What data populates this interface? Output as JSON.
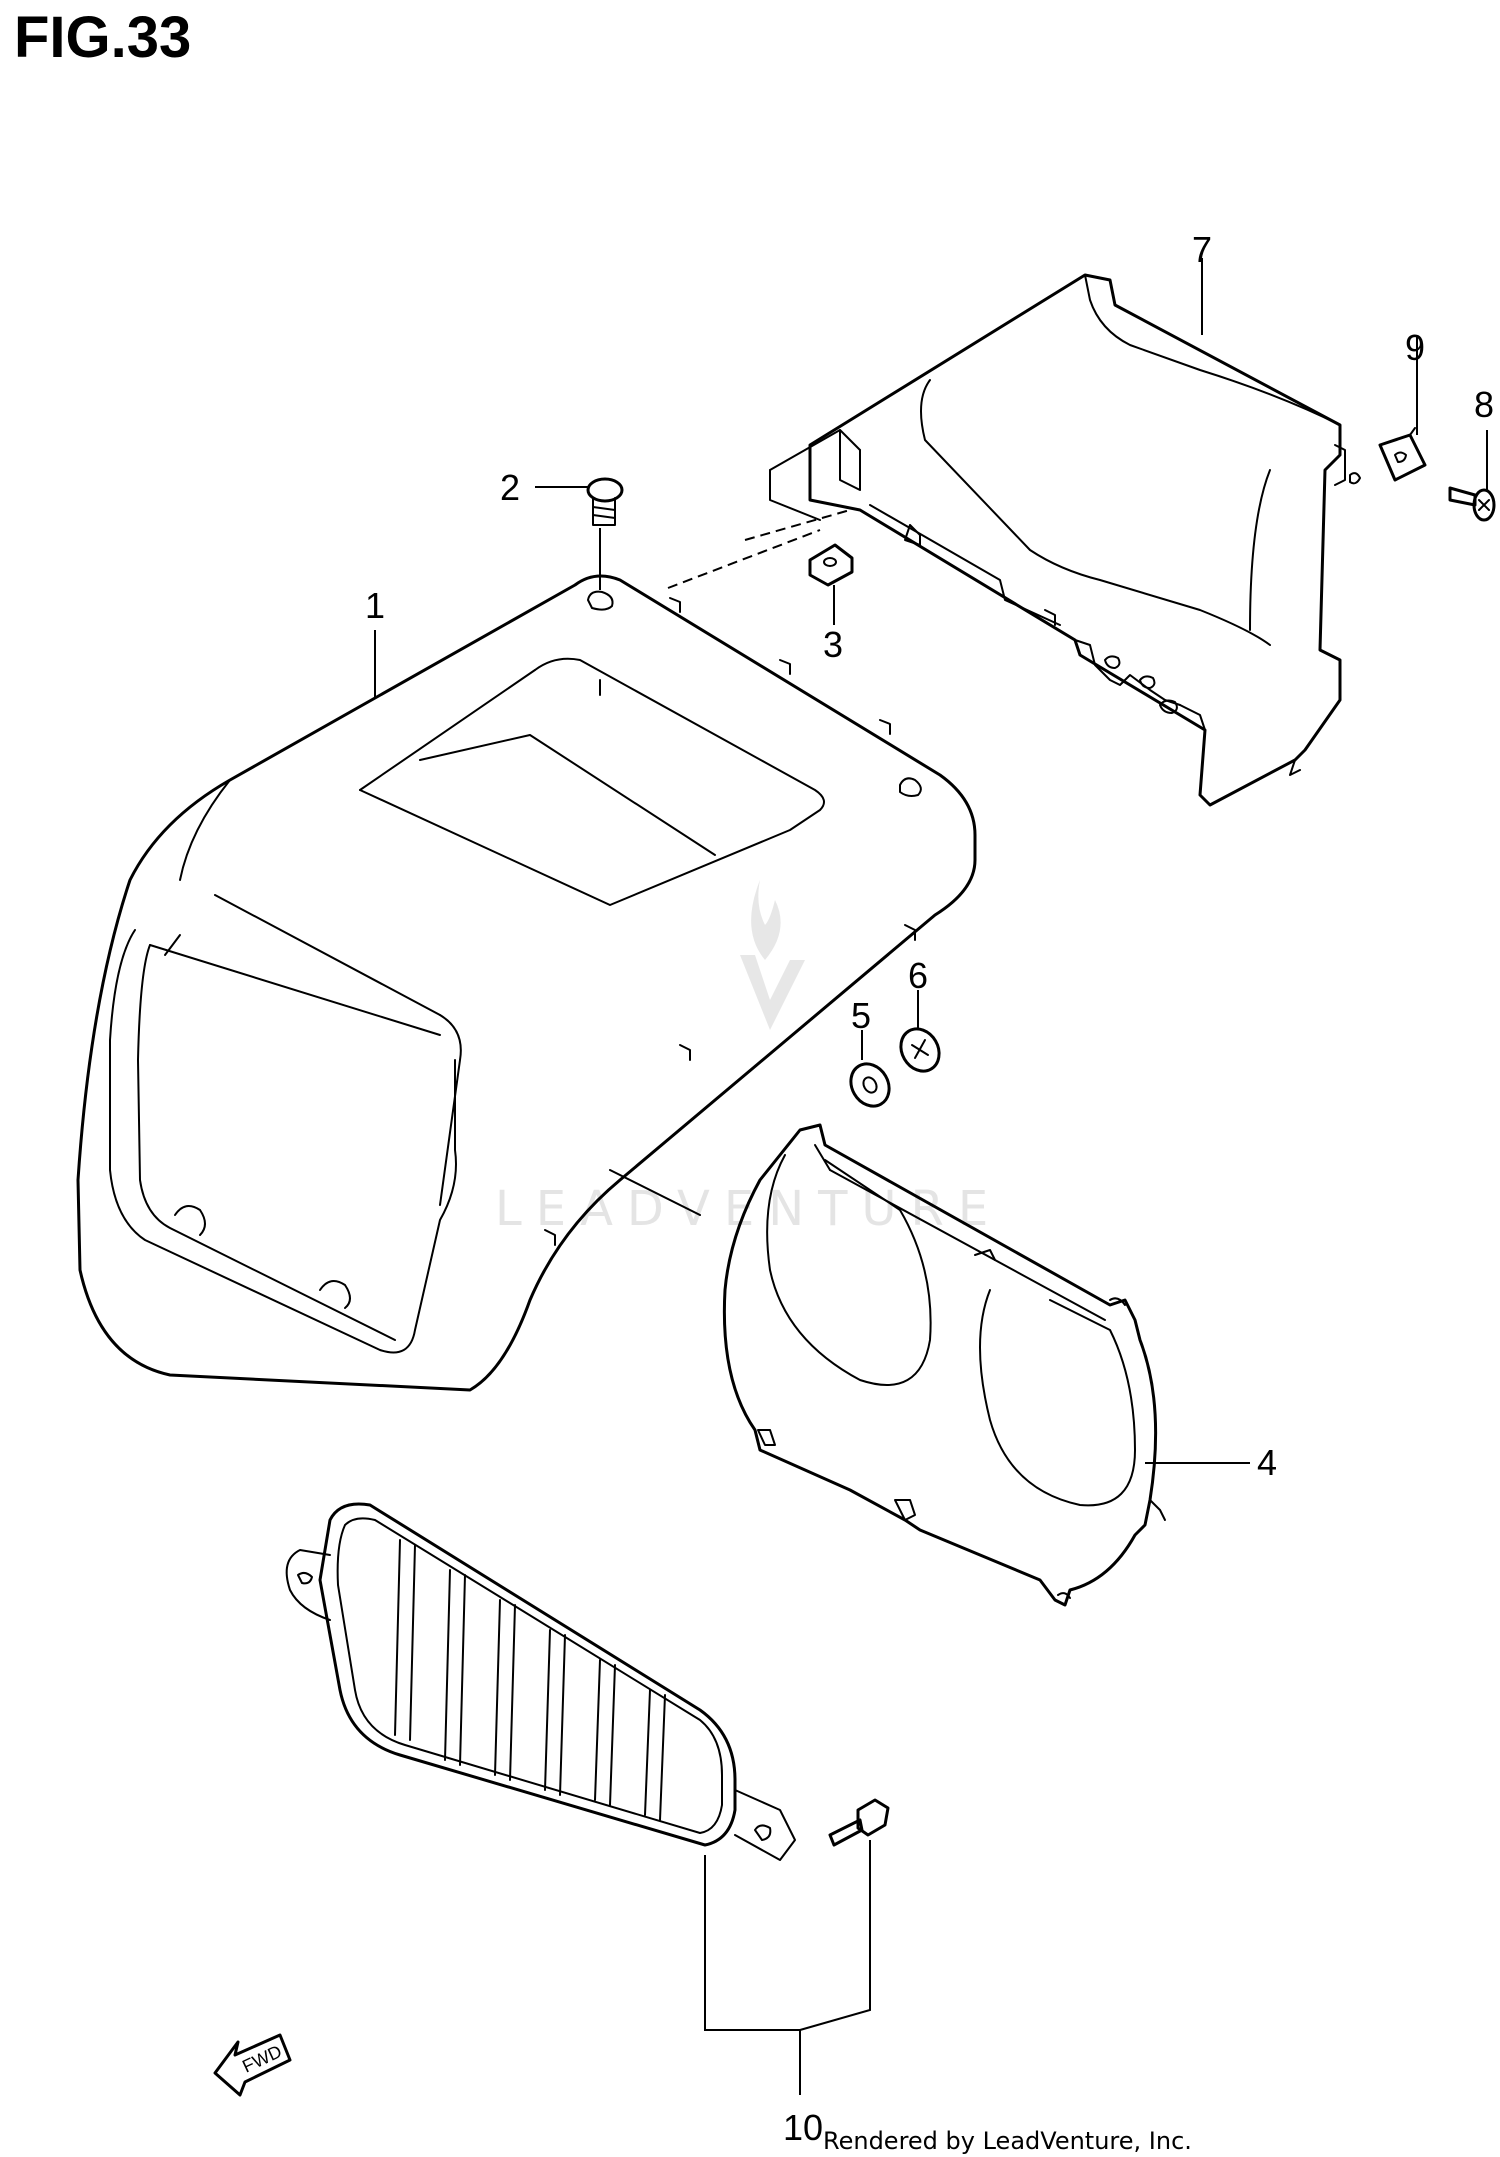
{
  "figure": {
    "title": "FIG.33"
  },
  "callouts": [
    {
      "id": "1",
      "label": "1"
    },
    {
      "id": "2",
      "label": "2"
    },
    {
      "id": "3",
      "label": "3"
    },
    {
      "id": "4",
      "label": "4"
    },
    {
      "id": "5",
      "label": "5"
    },
    {
      "id": "6",
      "label": "6"
    },
    {
      "id": "7",
      "label": "7"
    },
    {
      "id": "8",
      "label": "8"
    },
    {
      "id": "9",
      "label": "9"
    },
    {
      "id": "10",
      "label": "10"
    }
  ],
  "direction_arrow": {
    "label": "FWD"
  },
  "watermark": {
    "text": "LEADVENTURE"
  },
  "footer": {
    "credit": "Rendered by LeadVenture, Inc."
  }
}
